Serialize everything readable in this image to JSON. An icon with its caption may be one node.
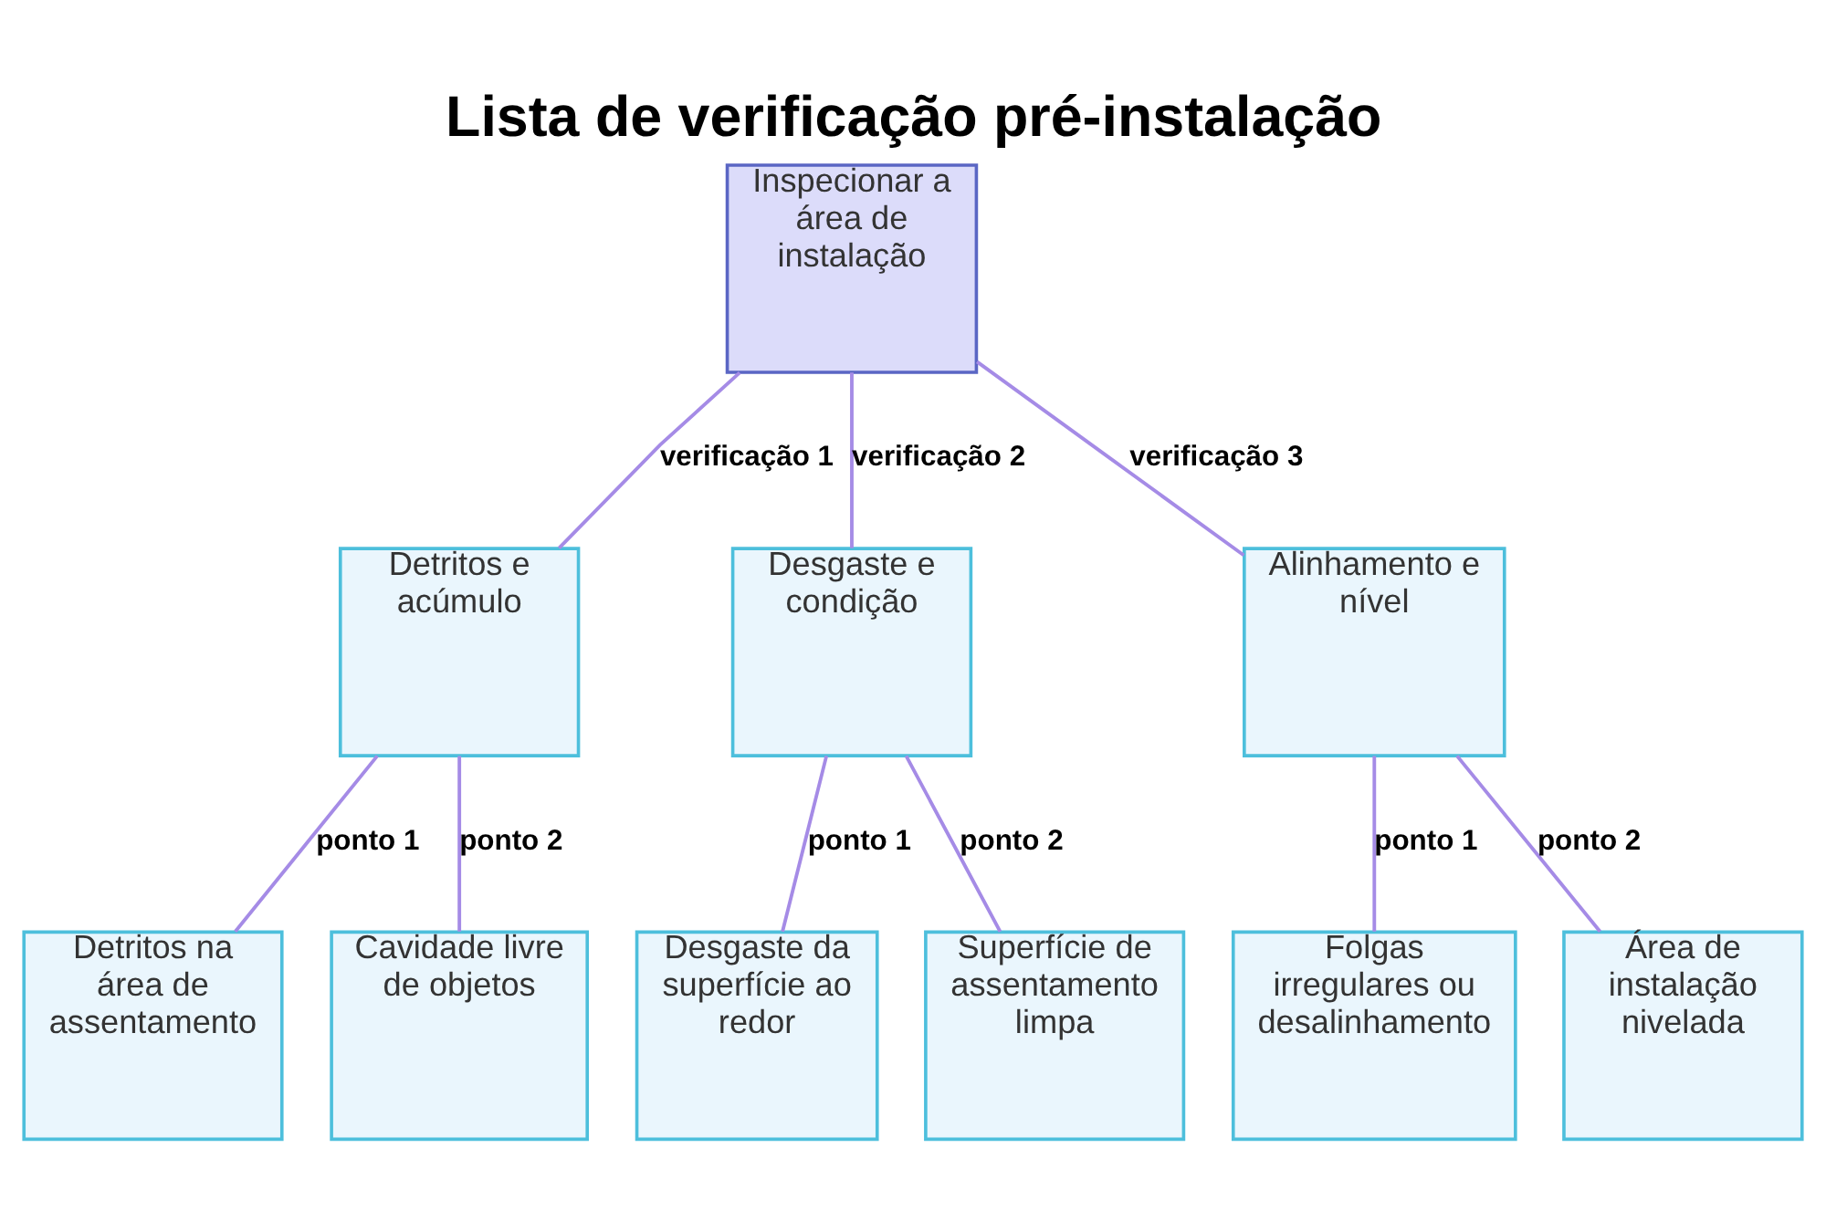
{
  "diagram": {
    "title": "Lista de verificação pré-instalação",
    "nodes": [
      {
        "text": [
          "Inspecionar a área de instalação"
        ]
      },
      {
        "text": [
          "Detritos e acúmulo"
        ]
      },
      {
        "text": [
          "Desgaste e condição"
        ]
      },
      {
        "text": [
          "Alinhamento e nível"
        ]
      },
      {
        "text": [
          "Detritos na área de assentamento"
        ]
      },
      {
        "text": [
          "Cavidade livre de objetos"
        ]
      },
      {
        "text": [
          "Desgaste da superfície ao redor"
        ]
      },
      {
        "text": [
          "Superfície de assentamento limpa"
        ]
      },
      {
        "text": [
          "Folgas irregulares ou desalinhamento"
        ]
      },
      {
        "text": [
          "Área de instalação nivelada"
        ]
      }
    ],
    "edges": [
      {
        "from": 0,
        "to": 1,
        "arrow": "none",
        "label": "verificação 1"
      },
      {
        "from": 0,
        "to": 2,
        "arrow": "none",
        "label": "verificação 2"
      },
      {
        "from": 0,
        "to": 3,
        "arrow": "none",
        "label": "verificação 3"
      },
      {
        "from": 1,
        "to": 4,
        "arrow": "none",
        "label": "ponto 1"
      },
      {
        "from": 1,
        "to": 5,
        "arrow": "none",
        "label": "ponto 2"
      },
      {
        "from": 2,
        "to": 6,
        "arrow": "none",
        "label": "ponto 1"
      },
      {
        "from": 2,
        "to": 7,
        "arrow": "none",
        "label": "ponto 2"
      },
      {
        "from": 3,
        "to": 8,
        "arrow": "none",
        "label": "ponto 1"
      },
      {
        "from": 3,
        "to": 9,
        "arrow": "none",
        "label": "ponto 2"
      }
    ]
  }
}
